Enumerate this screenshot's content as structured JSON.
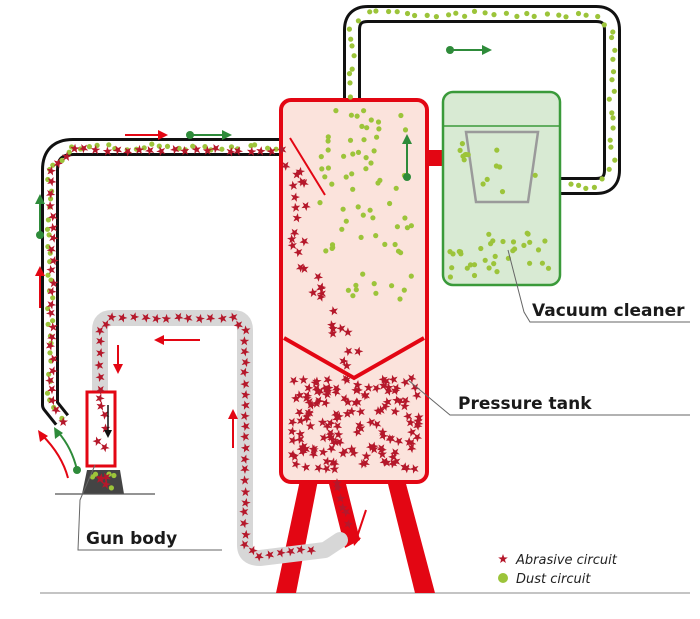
{
  "labels": {
    "vacuum_cleaner": "Vacuum cleaner",
    "pressure_tank": "Pressure tank",
    "gun_body": "Gun body"
  },
  "legend": {
    "abrasive": "Abrasive circuit",
    "dust": "Dust circuit"
  },
  "colors": {
    "abrasive": "#b5182b",
    "dust": "#9cc43a",
    "tank_red": "#e30613",
    "tank_fill": "#fbe3dc",
    "vacuum_green": "#3a9a3a",
    "vacuum_fill": "#d8ead3",
    "arrow_green": "#2e8b3a",
    "hose_grey": "#d7d7d7"
  },
  "icons": {
    "abrasive_marker": "star-icon",
    "dust_marker": "dot-icon"
  }
}
